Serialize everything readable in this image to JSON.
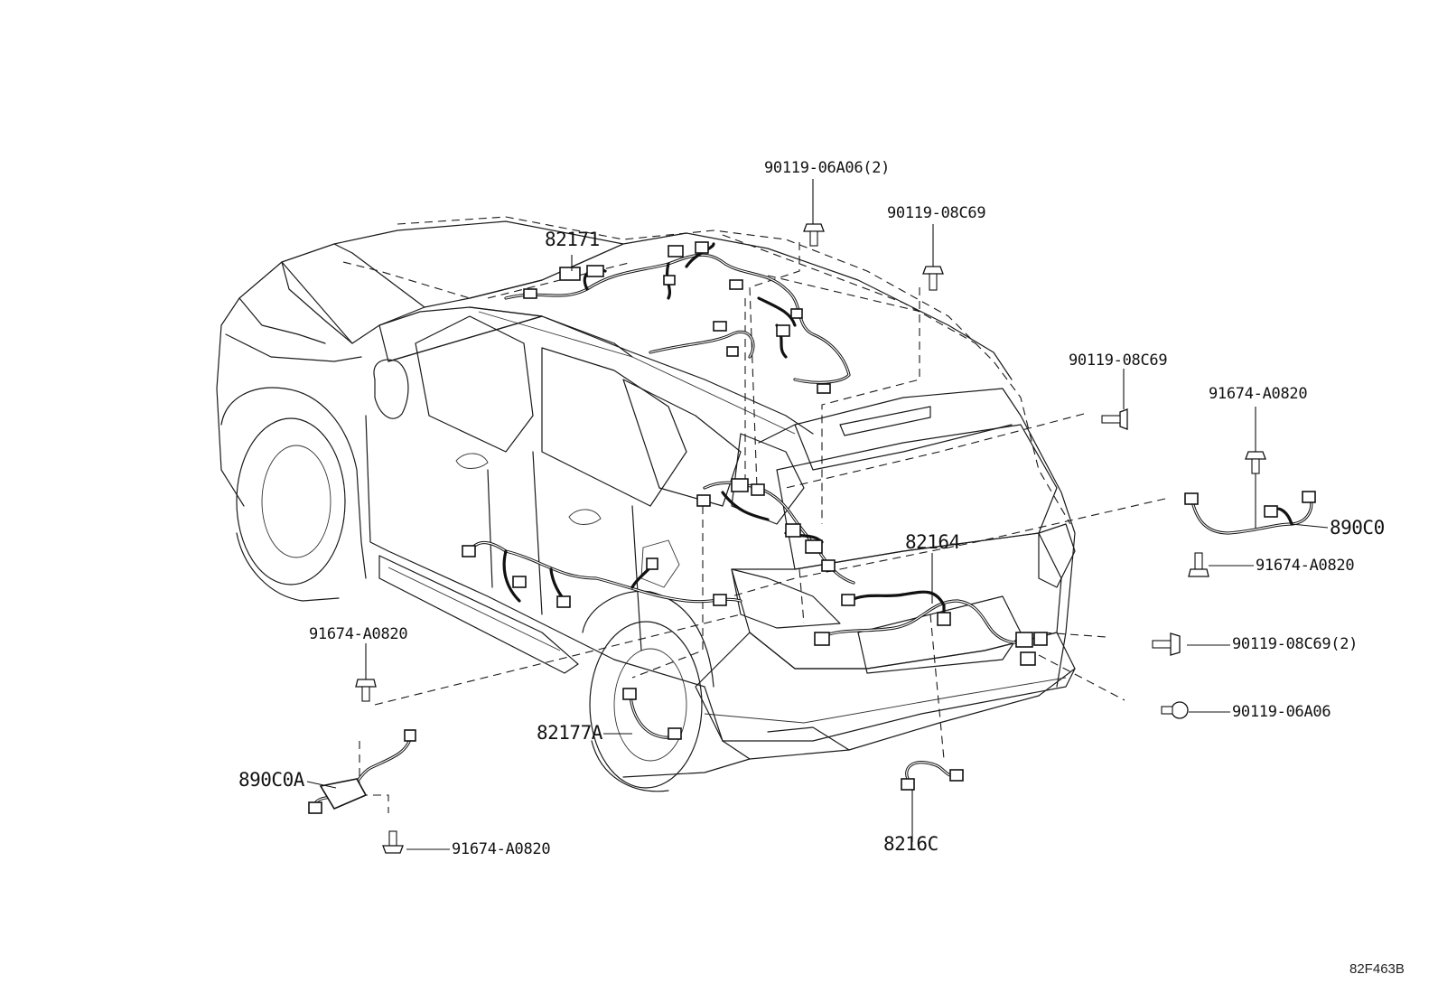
{
  "labels": {
    "bolt_roof_front": "90119-06A06(2)",
    "bolt_roof_rear": "90119-08C69",
    "harness_roof": "82171",
    "bolt_rear_upper": "90119-08C69",
    "bolt_right_sensor_top": "91674-A0820",
    "sensor_right": "890C0",
    "bolt_right_sensor_bottom": "91674-A0820",
    "harness_rear": "82164",
    "bolt_bumper_a": "90119-08C69(2)",
    "bolt_bumper_b": "90119-06A06",
    "bolt_left_sensor_top": "91674-A0820",
    "sensor_left": "890C0A",
    "harness_wheel": "82177A",
    "bolt_left_sensor_bottom": "91674-A0820",
    "harness_plate": "8216C"
  },
  "figure_ref": "82F463B"
}
